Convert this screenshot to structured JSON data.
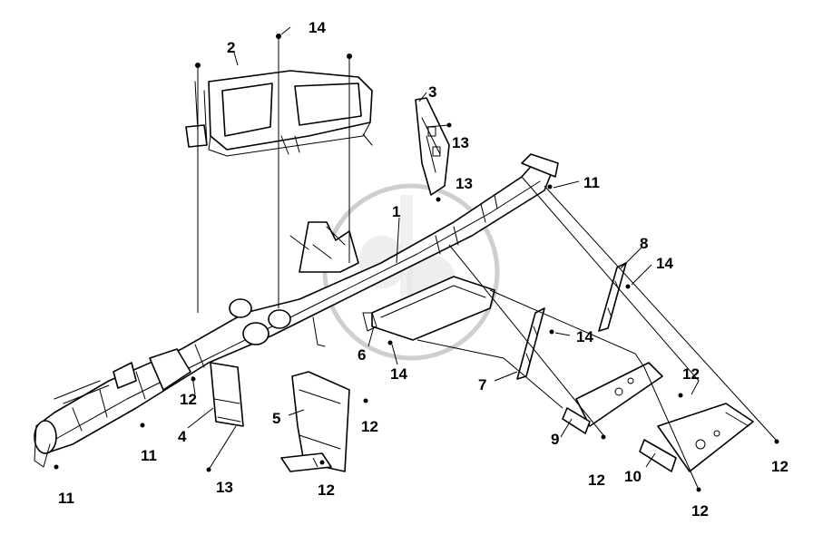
{
  "callouts": {
    "c1": "1",
    "c2": "2",
    "c3": "3",
    "c4": "4",
    "c5": "5",
    "c6": "6",
    "c7": "7",
    "c8": "8",
    "c9": "9",
    "c10": "10",
    "c11a": "11",
    "c11b": "11",
    "c11c": "11",
    "c12a": "12",
    "c12b": "12",
    "c12c": "12",
    "c12d": "12",
    "c12e": "12",
    "c12f": "12",
    "c12g": "12",
    "c13a": "13",
    "c13b": "13",
    "c13c": "13",
    "c14a": "14",
    "c14b": "14",
    "c14c": "14",
    "c14d": "14"
  }
}
